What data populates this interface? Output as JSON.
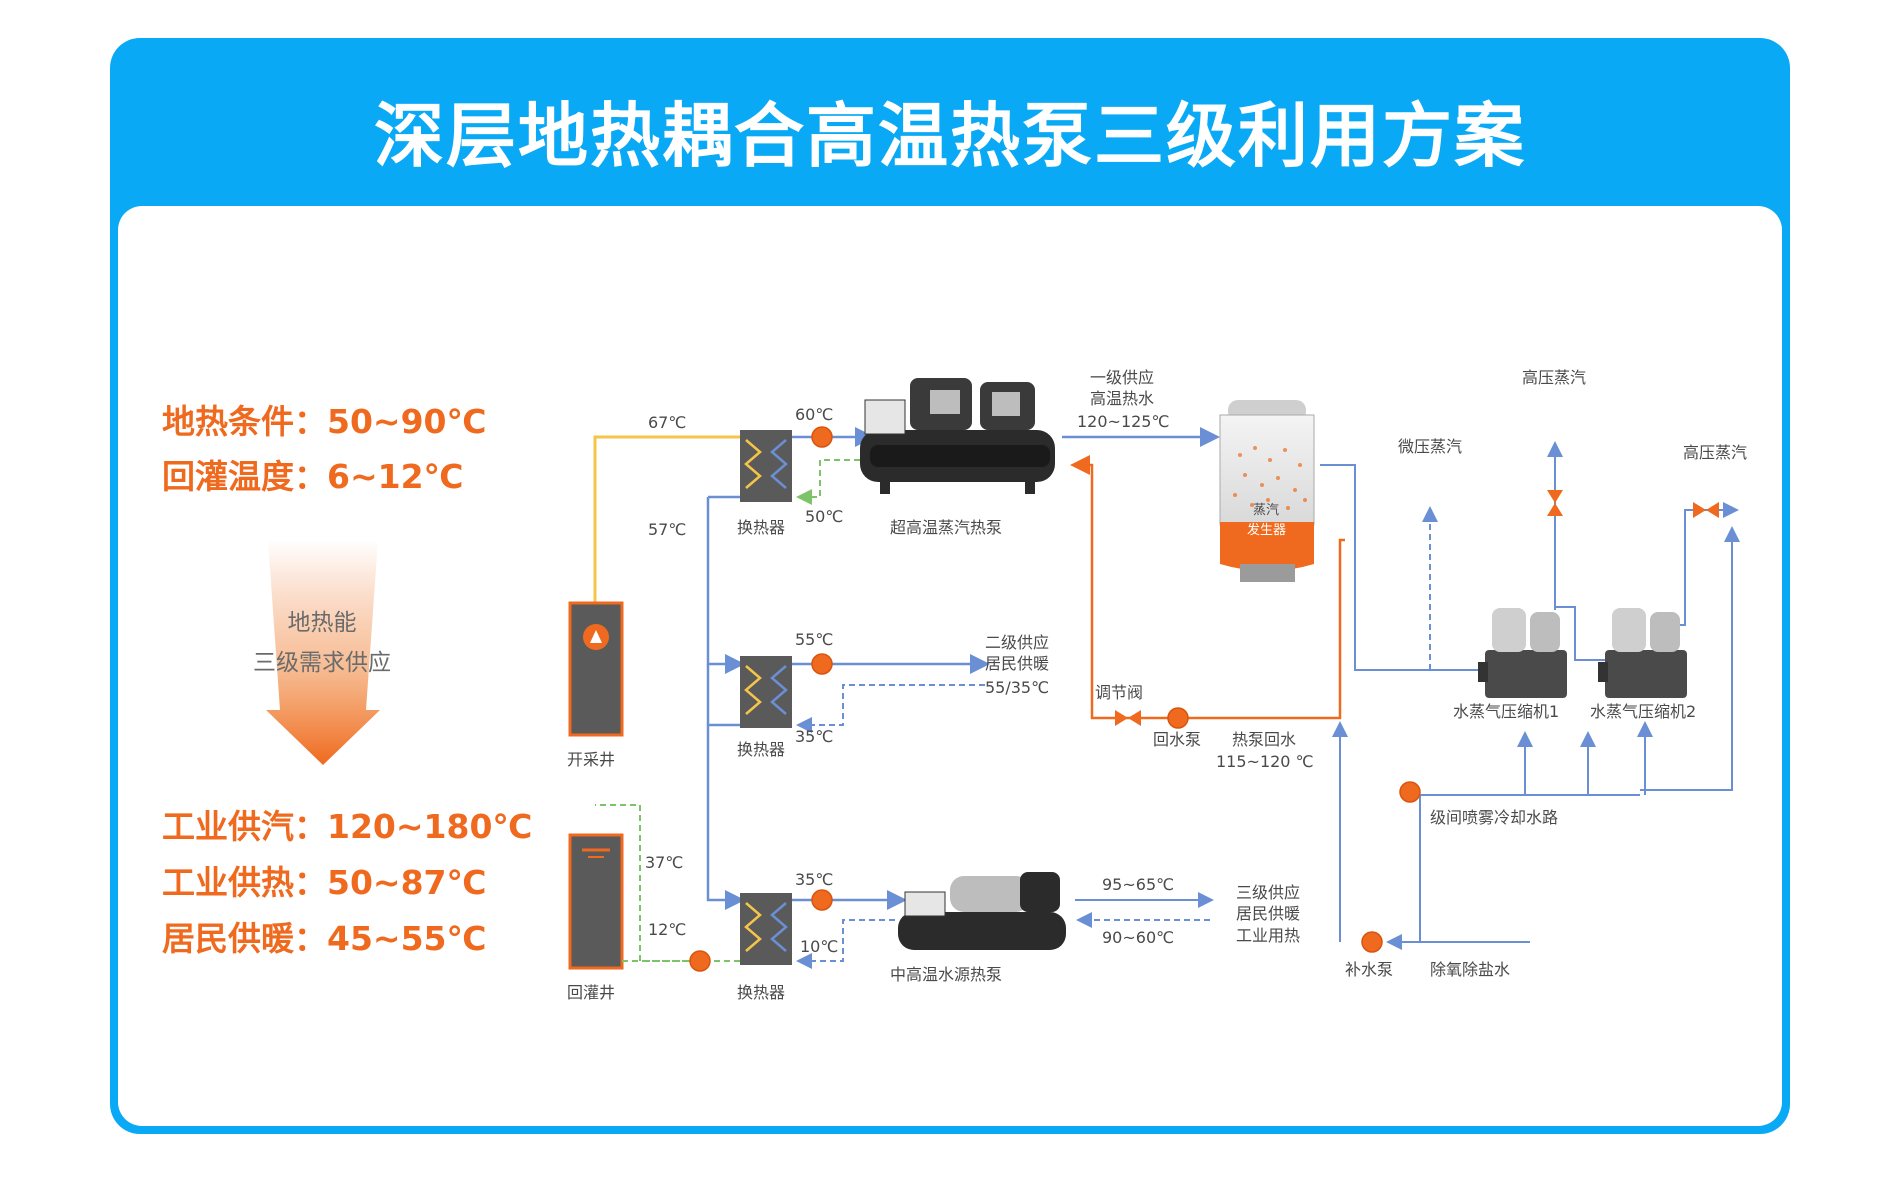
{
  "title": "深层地热耦合高温热泵三级利用方案",
  "left_panel": {
    "geo_condition": "地热条件：50~90℃",
    "reinjection_temp": "回灌温度：6~12℃",
    "arrow_text_1": "地热能",
    "arrow_text_2": "三级需求供应",
    "industrial_steam": "工业供汽：120~180℃",
    "industrial_heat": "工业供热：50~87℃",
    "residential_heat": "居民供暖：45~55℃"
  },
  "labels": {
    "t67": "67℃",
    "t57": "57℃",
    "t60": "60℃",
    "t50": "50℃",
    "hx1": "换热器",
    "hp1": "超高温蒸汽热泵",
    "supply1_l1": "一级供应",
    "supply1_l2": "高温热水",
    "supply1_l3": "120~125℃",
    "steam_gen_l1": "蒸汽",
    "steam_gen_l2": "发生器",
    "hp_steam_top": "高压蒸汽",
    "lp_steam": "微压蒸汽",
    "hp_steam_right": "高压蒸汽",
    "well_prod": "开采井",
    "t55": "55℃",
    "t35a": "35℃",
    "hx2": "换热器",
    "supply2_l1": "二级供应",
    "supply2_l2": "居民供暖",
    "supply2_l3": "55/35℃",
    "valve": "调节阀",
    "return_pump": "回水泵",
    "hp_return_l1": "热泵回水",
    "hp_return_l2": "115~120 ℃",
    "comp1": "水蒸气压缩机1",
    "comp2": "水蒸气压缩机2",
    "spray": "级间喷雾冷却水路",
    "well_reinj": "回灌井",
    "t37": "37℃",
    "t12": "12℃",
    "t35b": "35℃",
    "t10": "10℃",
    "hx3": "换热器",
    "hp3": "中高温水源热泵",
    "r95": "95~65℃",
    "r90": "90~60℃",
    "supply3_l1": "三级供应",
    "supply3_l2": "居民供暖",
    "supply3_l3": "工业用热",
    "makeup_pump": "补水泵",
    "deoxy": "除氧除盐水"
  },
  "colors": {
    "brand_blue": "#0aa9f5",
    "orange": "#ef6a1e",
    "pipe_blue": "#6a8fd4",
    "pipe_yellow": "#f5c54a",
    "pipe_green": "#7cc36a",
    "dark": "#4a4a4a"
  }
}
